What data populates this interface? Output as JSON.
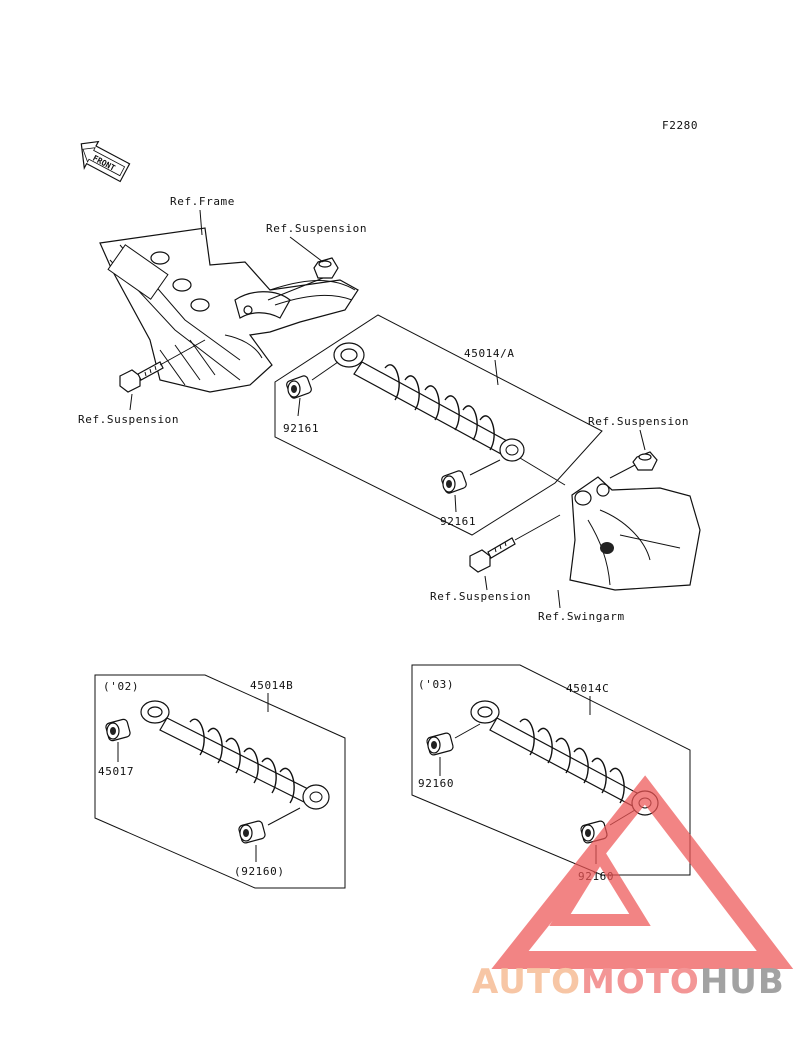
{
  "figure_code": "F2280",
  "front_badge": "FRONT",
  "labels": {
    "ref_frame": "Ref.Frame",
    "ref_suspension_top": "Ref.Suspension",
    "ref_suspension_left": "Ref.Suspension",
    "ref_suspension_right": "Ref.Suspension",
    "ref_suspension_bolt": "Ref.Suspension",
    "ref_swingarm": "Ref.Swingarm",
    "part_main": "45014/A",
    "bushing_left": "92161",
    "bushing_right": "92161",
    "variant_02_year": "('02)",
    "variant_02_part": "45014B",
    "variant_02_bushing": "45017",
    "variant_02_bushing2": "(92160)",
    "variant_03_year": "('03)",
    "variant_03_part": "45014C",
    "variant_03_bushing": "92160",
    "variant_03_bushing2": "92160"
  },
  "watermark": {
    "part1": "AUTO",
    "part2": "MOTO",
    "part3": "HUB",
    "color1": "#f5b183",
    "color2": "#ef6f6f",
    "color3": "#7f7f7f",
    "triangle_color": "#ee5555"
  }
}
